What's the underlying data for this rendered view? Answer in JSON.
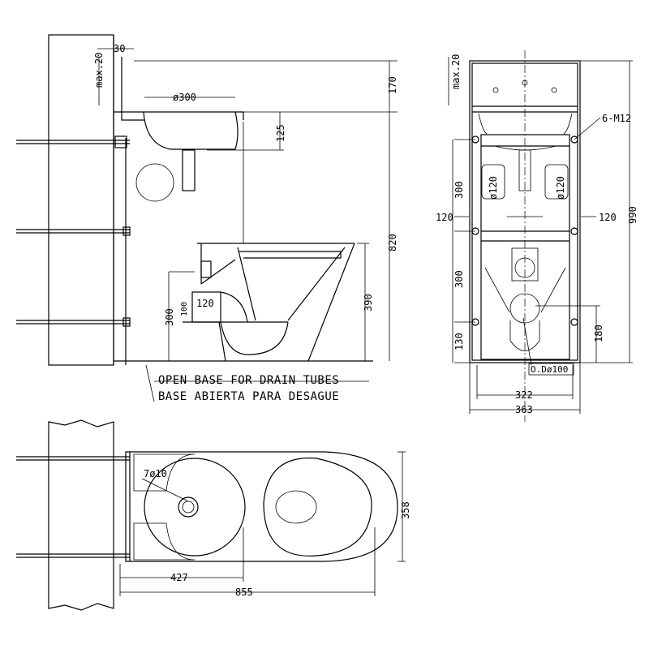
{
  "side_view": {
    "dims": {
      "gap": "30",
      "max": "max.20",
      "basin_dia": "ø300",
      "basin_depth": "125",
      "top": "170",
      "height": "820",
      "seat": "390",
      "outlet": "300",
      "outlet_small": "100",
      "outlet_w": "120"
    },
    "note_line1": "OPEN BASE FOR DRAIN TUBES",
    "note_line2": "BASE ABIERTA PARA DESAGUE"
  },
  "front_view": {
    "dims": {
      "max": "max.20",
      "bolts": "6-M12",
      "spacing_top": "300",
      "spacing_bottom": "300",
      "bottom": "130",
      "side_left": "120",
      "side_right": "120",
      "hole_left": "ø120",
      "hole_right": "ø120",
      "total_height": "990",
      "outlet_h": "180",
      "outlet_dia": "O.Dø100",
      "inner_width": "322",
      "outer_width": "363"
    }
  },
  "top_view": {
    "dims": {
      "holes": "7ø10",
      "basin_offset": "427",
      "total_length": "855",
      "depth": "358"
    }
  }
}
